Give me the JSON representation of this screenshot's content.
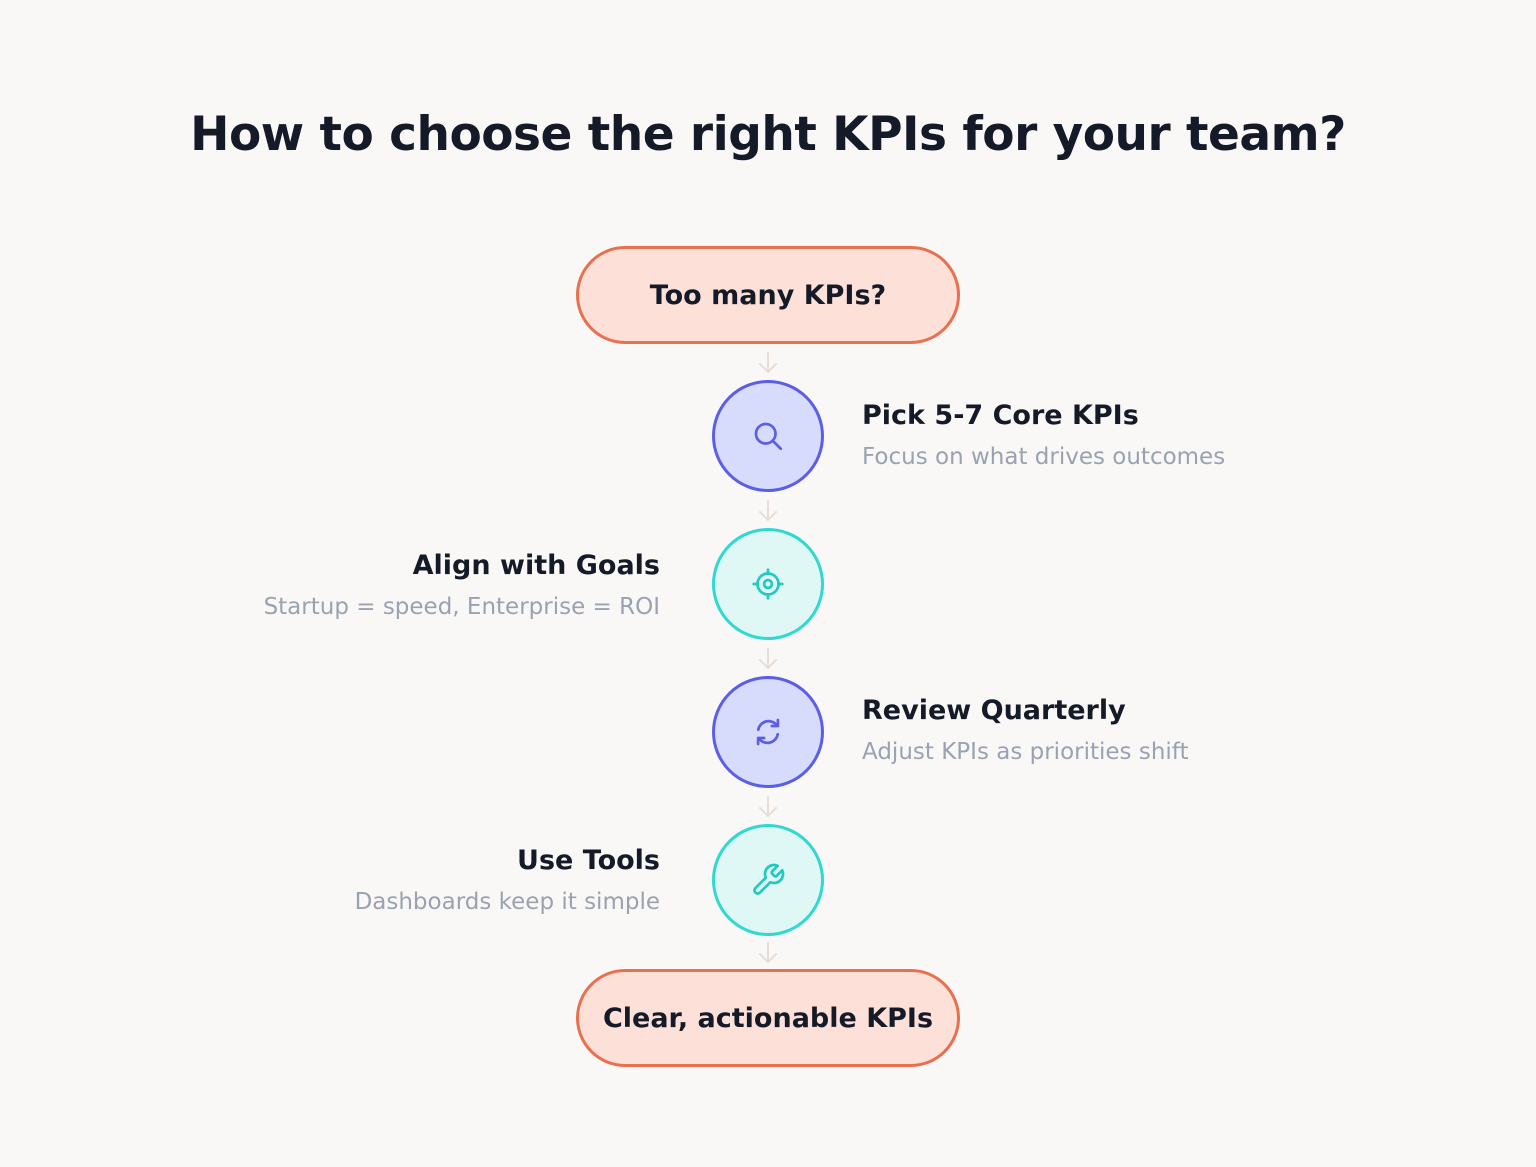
{
  "title": "How to choose the right KPIs for your team?",
  "start": {
    "label": "Too many KPIs?"
  },
  "steps": [
    {
      "title": "Pick 5-7 Core KPIs",
      "description": "Focus on what drives outcomes",
      "icon": "search-icon",
      "side": "right",
      "color": "#5a5ee8"
    },
    {
      "title": "Align with Goals",
      "description": "Startup = speed, Enterprise = ROI",
      "icon": "target-icon",
      "side": "left",
      "color": "#2fd9d0"
    },
    {
      "title": "Review Quarterly",
      "description": "Adjust KPIs as priorities shift",
      "icon": "refresh-icon",
      "side": "right",
      "color": "#5a5ee8"
    },
    {
      "title": "Use Tools",
      "description": "Dashboards keep it simple",
      "icon": "wrench-icon",
      "side": "left",
      "color": "#2fd9d0"
    }
  ],
  "end": {
    "label": "Clear, actionable KPIs"
  },
  "colors": {
    "background": "#faf8f6",
    "pill_border": "#e9704e",
    "pill_fill": "#fde0d8",
    "indigo": "#5a5ee8",
    "teal": "#2fd9d0",
    "connector": "#e8ddd5"
  }
}
